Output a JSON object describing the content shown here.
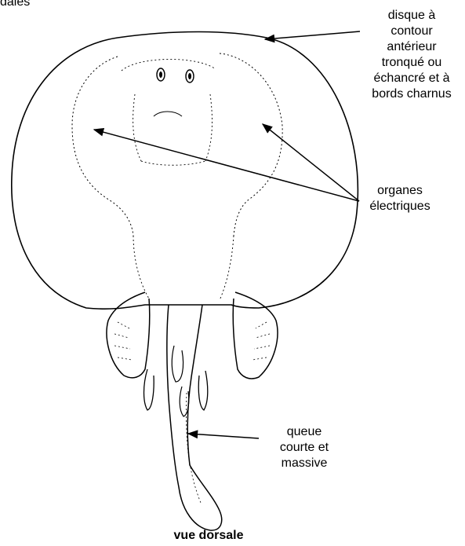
{
  "figure": {
    "subject": "Torpedo ray (electric ray), dorsal view",
    "cut_text": "dales",
    "labels": {
      "disc": [
        "disque à",
        "contour",
        "antérieur",
        "tronqué ou",
        "échancré et à",
        "bords charnus"
      ],
      "organs": [
        "organes",
        "électriques"
      ],
      "tail": [
        "queue",
        "courte et",
        "massive"
      ]
    },
    "view_caption": "vue dorsale",
    "colors": {
      "line": "#000000",
      "background": "#ffffff"
    }
  }
}
